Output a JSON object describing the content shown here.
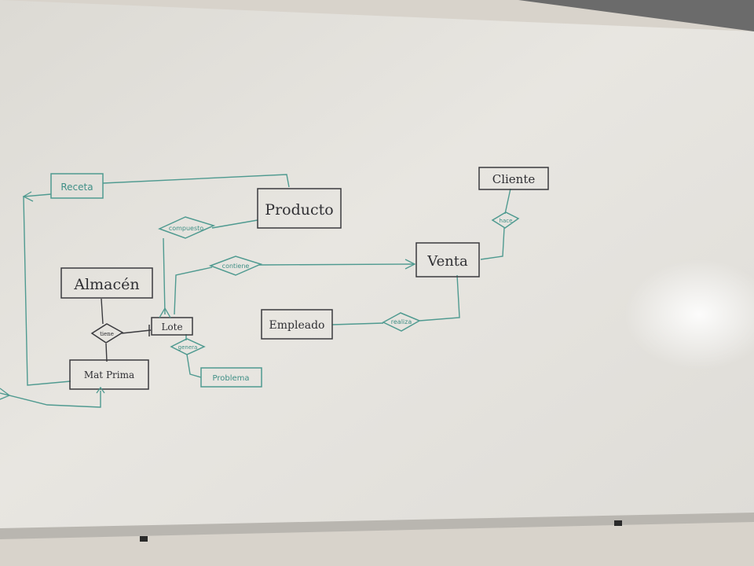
{
  "diagram": {
    "entities": {
      "almacen": "Almacén",
      "producto": "Producto",
      "venta": "Venta",
      "cliente": "Cliente",
      "empleado": "Empleado",
      "lote": "Lote",
      "mat_prima": "Mat Prima",
      "receta": "Receta",
      "problema": "Problema"
    },
    "relationships": {
      "compuesto": "compuesto",
      "contiene": "contiene",
      "realiza": "realiza",
      "tiene": "tiene",
      "genera": "genera",
      "hace": "hace"
    },
    "colors": {
      "board": "#e9e7e2",
      "ink_black": "#2f2f33",
      "ink_green": "#3f8f86"
    }
  }
}
